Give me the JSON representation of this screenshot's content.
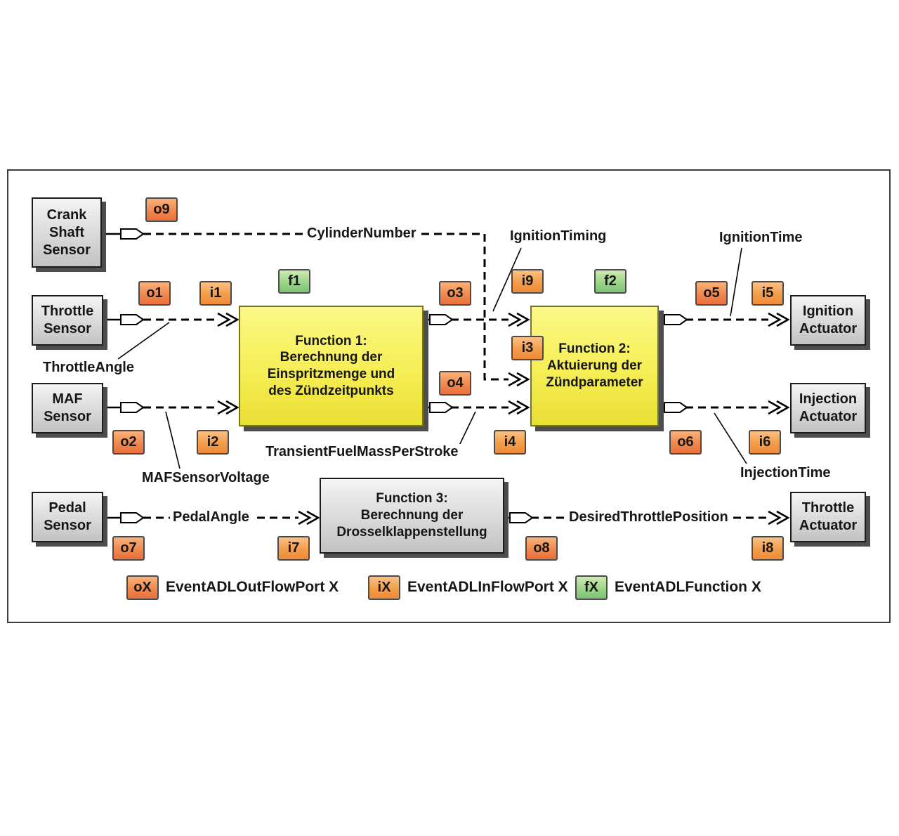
{
  "boxes": {
    "crank_sensor": "Crank\nShaft\nSensor",
    "throttle_sensor": "Throttle\nSensor",
    "maf_sensor": "MAF\nSensor",
    "pedal_sensor": "Pedal\nSensor",
    "ignition_actuator": "Ignition\nActuator",
    "injection_actuator": "Injection\nActuator",
    "throttle_actuator": "Throttle\nActuator",
    "function1": "Function 1:\nBerechnung der\nEinspritzmenge und\ndes Zündzeitpunkts",
    "function2": "Function 2:\nAktuierung der\nZündparameter",
    "function3": "Function 3:\nBerechnung der\nDrosselklappenstellung"
  },
  "ports": {
    "o9": "o9",
    "o1": "o1",
    "o2": "o2",
    "o3": "o3",
    "o4": "o4",
    "o5": "o5",
    "o6": "o6",
    "o7": "o7",
    "o8": "o8",
    "i1": "i1",
    "i2": "i2",
    "i3": "i3",
    "i4": "i4",
    "i5": "i5",
    "i6": "i6",
    "i7": "i7",
    "i8": "i8",
    "i9": "i9",
    "f1": "f1",
    "f2": "f2"
  },
  "signals": {
    "cylinder_number": "CylinderNumber",
    "ignition_timing": "IgnitionTiming",
    "ignition_time": "IgnitionTime",
    "throttle_angle": "ThrottleAngle",
    "maf_sensor_voltage": "MAFSensorVoltage",
    "transient_fuel_mass": "TransientFuelMassPerStroke",
    "injection_time": "InjectionTime",
    "pedal_angle": "PedalAngle",
    "desired_throttle_position": "DesiredThrottlePosition"
  },
  "legend": {
    "out": {
      "badge": "oX",
      "label": "EventADLOutFlowPort X"
    },
    "in": {
      "badge": "iX",
      "label": "EventADLInFlowPort X"
    },
    "fn": {
      "badge": "fX",
      "label": "EventADLFunction X"
    }
  },
  "colors": {
    "out_port": "#f0894e",
    "in_port": "#f39d49",
    "function_badge": "#9cd489",
    "function_box": "#f5ee55",
    "box_gray": "#dedede",
    "wire": "#000000"
  }
}
